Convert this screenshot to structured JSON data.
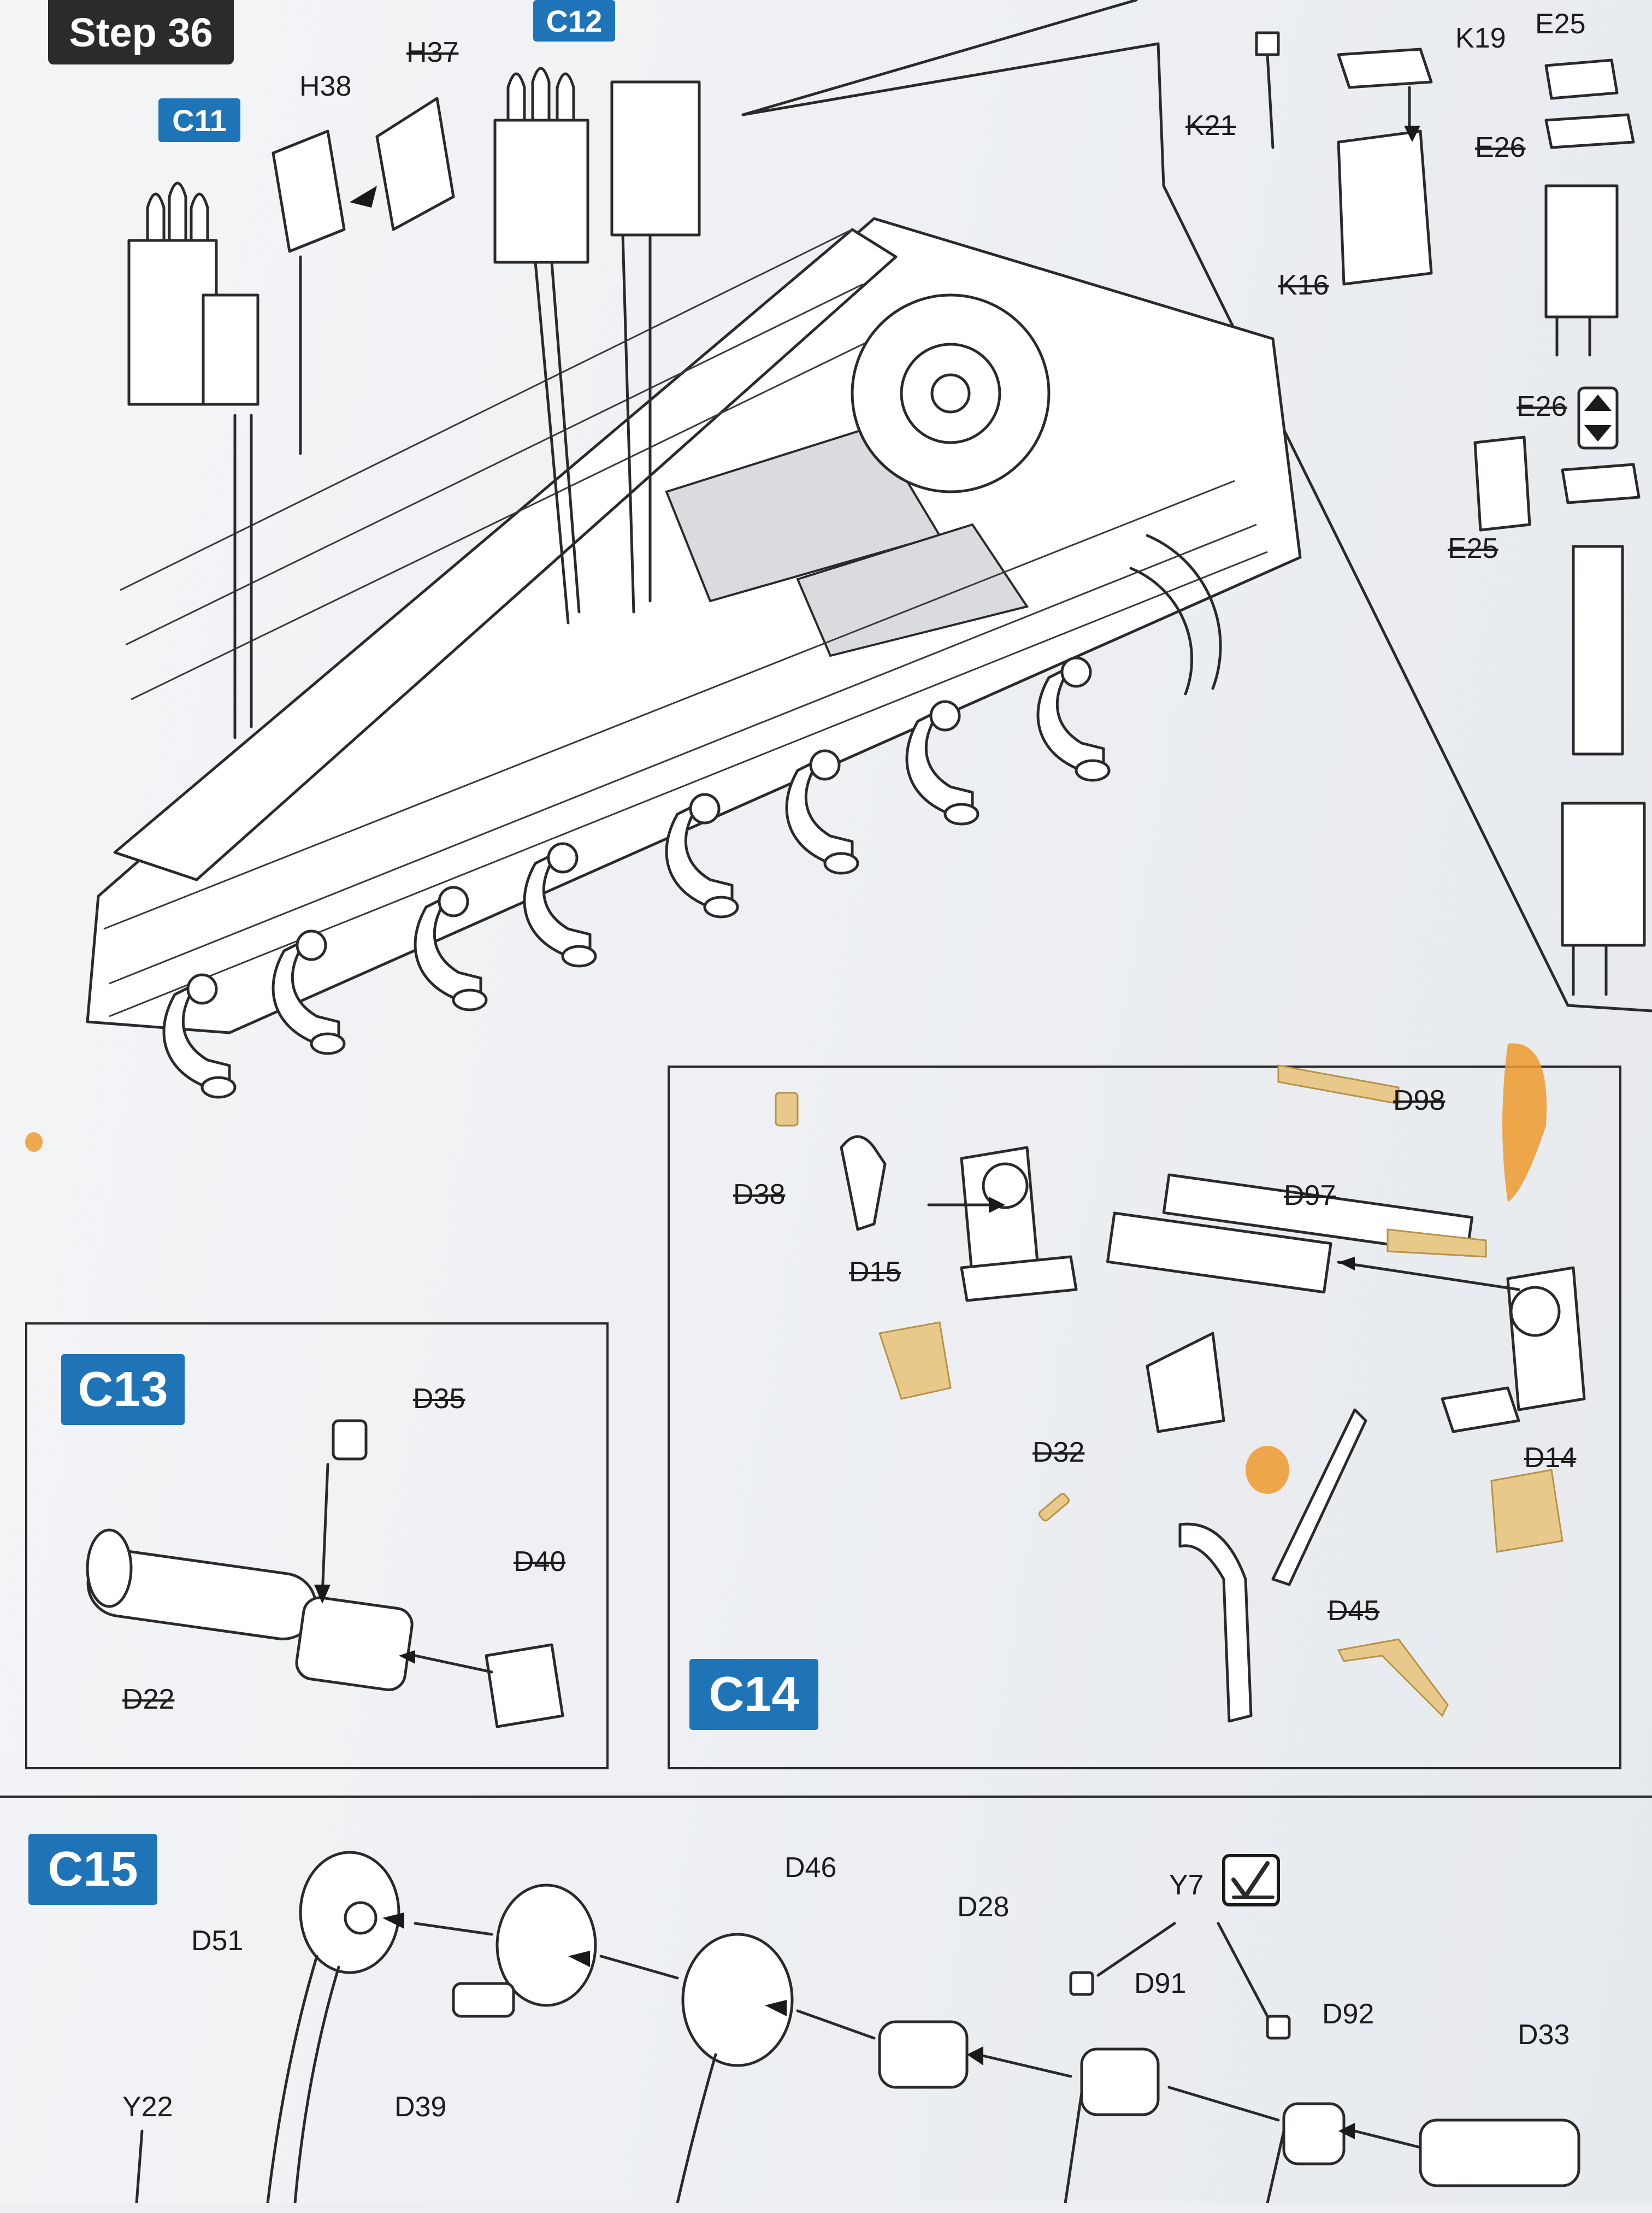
{
  "step": {
    "title": "Step 36"
  },
  "callouts": {
    "c11": "C11",
    "c12": "C12",
    "c13": "C13",
    "c14": "C14",
    "c15": "C15"
  },
  "parts": {
    "h38": "H38",
    "h37": "H37",
    "k19": "K19",
    "k21": "K21",
    "k16": "K16",
    "e25_top": "E25",
    "e26_top": "E26",
    "e26_mid": "E26",
    "e25_mid": "E25",
    "d98": "D98",
    "d38": "D38",
    "d97": "D97",
    "d15": "D15",
    "d32": "D32",
    "d14": "D14",
    "d45": "D45",
    "d35": "D35",
    "d40": "D40",
    "d22": "D22",
    "d46": "D46",
    "d51": "D51",
    "d28": "D28",
    "y7": "Y7",
    "d91": "D91",
    "d92": "D92",
    "d33": "D33",
    "y22": "Y22",
    "d39": "D39"
  },
  "icons": {
    "flip": "flip-arrow-icon",
    "check": "check-mark-icon"
  },
  "colors": {
    "badge_blue": "#1f73b7",
    "step_dark": "#2b2b2b",
    "paint_orange": "#ef9a2e",
    "plastic_tan": "#e9c98a"
  }
}
